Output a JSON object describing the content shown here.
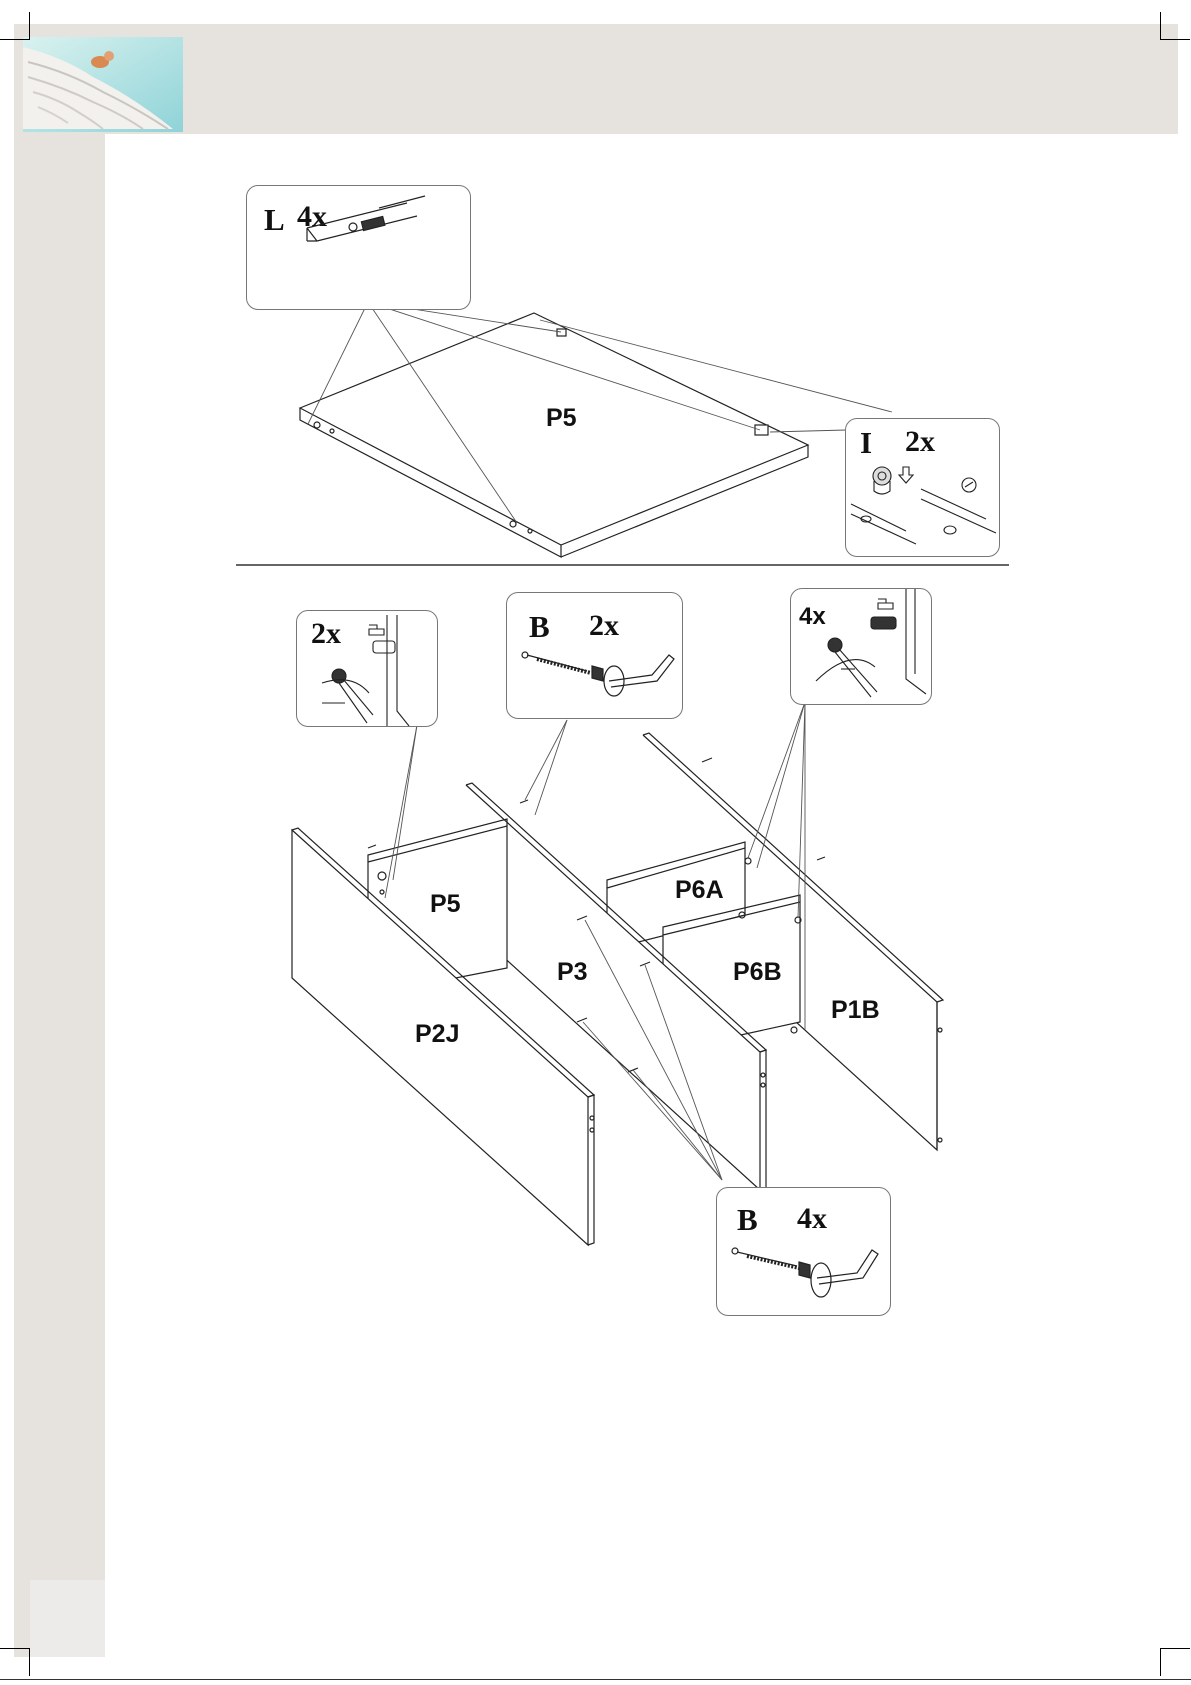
{
  "step1": {
    "panel_label": "P5",
    "callout_L": {
      "letter": "L",
      "count": "4x"
    },
    "callout_I": {
      "letter": "I",
      "count": "2x"
    }
  },
  "step2": {
    "panels": {
      "p5": "P5",
      "p3": "P3",
      "p2j": "P2J",
      "p6a": "P6A",
      "p6b": "P6B",
      "p1b": "P1B"
    },
    "callout_cam_left": {
      "count": "2x"
    },
    "callout_bolt_top": {
      "letter": "B",
      "count": "2x"
    },
    "callout_cam_right": {
      "count": "4x"
    },
    "callout_bolt_bottom": {
      "letter": "B",
      "count": "4x"
    }
  },
  "colors": {
    "band": "#e6e3df",
    "line": "#222222",
    "callout_border": "#777777"
  },
  "icons": [
    "logo-image",
    "cam-bolt-icon",
    "cam-lock-icon",
    "screw-wrench-icon",
    "cam-turn-icon"
  ]
}
